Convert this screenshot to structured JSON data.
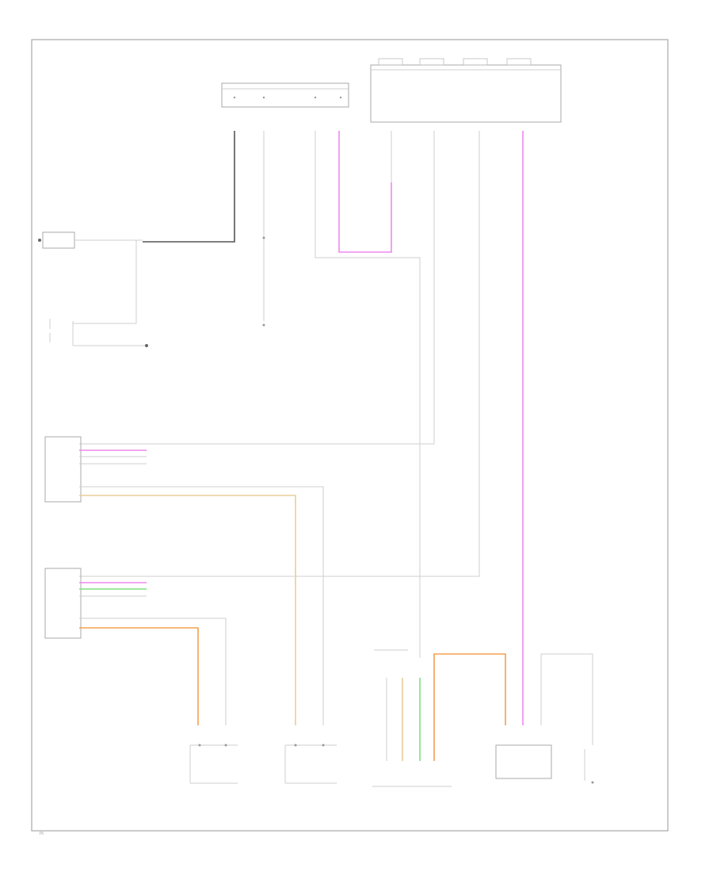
{
  "diagram": {
    "footer_code": "[?]"
  },
  "colors": {
    "frame": "#a8a8a8",
    "wire_dark": "#555555",
    "wire_gray": "#bdbdbd",
    "wire_pink": "#ee88ee",
    "wire_tan": "#e7cf9a",
    "wire_orange": "#f3a050",
    "wire_green": "#7fe07f"
  },
  "components": [
    {
      "id": "junction-block-top-left",
      "label": "[?]"
    },
    {
      "id": "connector-top-center",
      "label": "[?]"
    },
    {
      "id": "fuse-block-top-right",
      "label": "[?]"
    },
    {
      "id": "seat-heater-switch-left",
      "label": "[?]"
    },
    {
      "id": "seat-heater-switch-right",
      "label": "[?]"
    },
    {
      "id": "seat-heater-left-driver",
      "label": "[?]"
    },
    {
      "id": "seat-heater-right-passenger",
      "label": "[?]"
    },
    {
      "id": "seat-heater-bottom-left",
      "label": "[?]"
    },
    {
      "id": "seat-heater-bottom-mid",
      "label": "[?]"
    },
    {
      "id": "control-module-bottom",
      "label": "[?]"
    },
    {
      "id": "relay-module-bottom-right",
      "label": "[?]"
    },
    {
      "id": "ground-point",
      "label": "[?]"
    }
  ]
}
